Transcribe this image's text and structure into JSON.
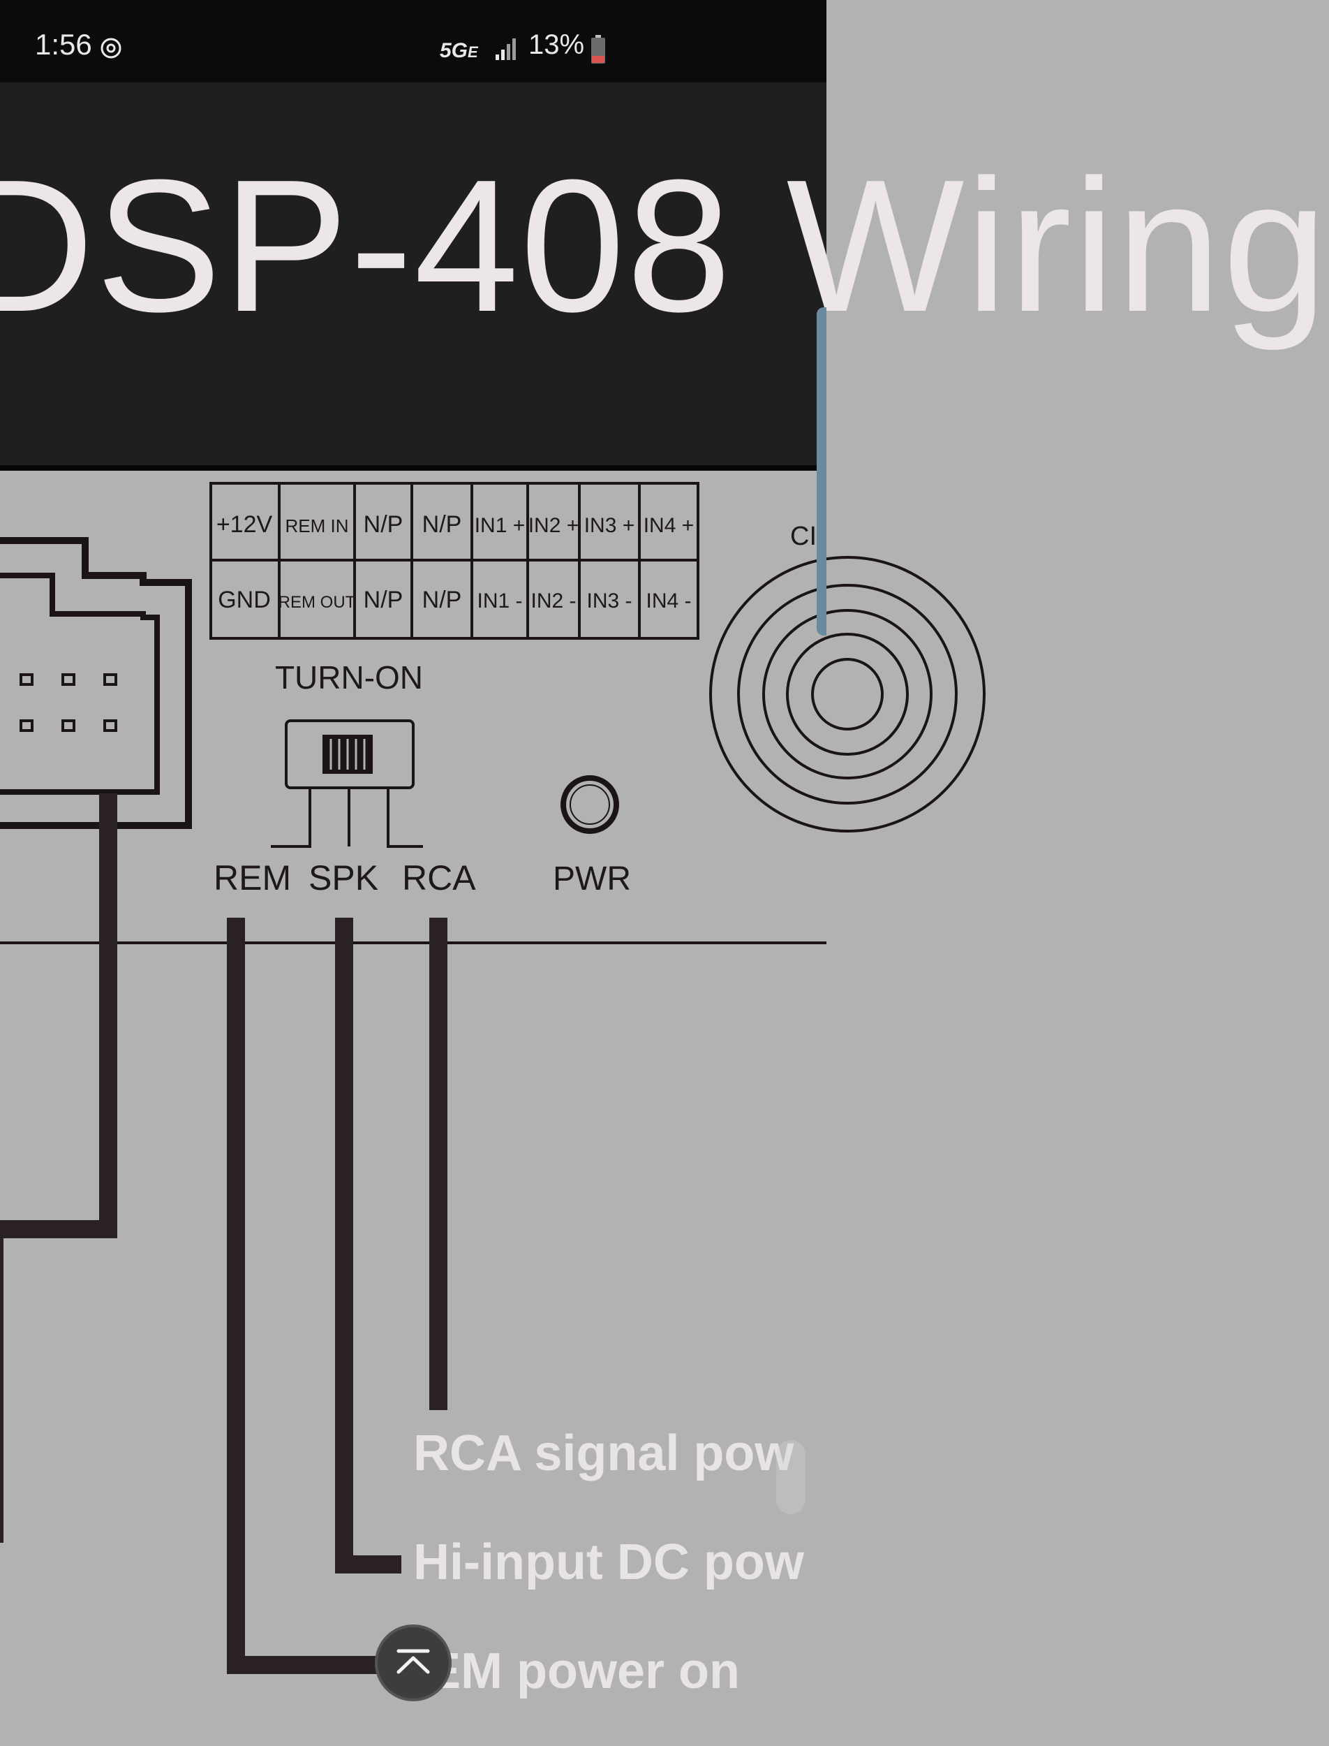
{
  "status_bar": {
    "time": "1:56",
    "network": "5G",
    "network_suffix": "E",
    "battery_percent": "13%",
    "sync_icon": "sync-icon",
    "signal_icon": "signal-icon",
    "battery_icon": "battery-low-icon",
    "battery_color": "#d9534f"
  },
  "page": {
    "title": "DSP-408 Wiring"
  },
  "diagram": {
    "connector_top_row": [
      "+12V",
      "REM IN",
      "N/P",
      "N/P",
      "IN1 +",
      "IN2 +",
      "IN3 +",
      "IN4 +"
    ],
    "connector_bottom_row": [
      "GND",
      "REM OUT",
      "N/P",
      "N/P",
      "IN1 -",
      "IN2 -",
      "IN3 -",
      "IN4 -"
    ],
    "switch_title": "TURN-ON",
    "switch_labels": [
      "REM",
      "SPK",
      "RCA"
    ],
    "pwr_label": "PWR",
    "partial_label": "CI"
  },
  "overlay_labels": {
    "rca": "RCA signal pow",
    "hi_input": "Hi-input DC pow",
    "rem": "EM power on"
  },
  "controls": {
    "scroll_top_icon": "chevron-up-icon"
  },
  "colors": {
    "banner_bg": "#1f1f1f",
    "diagram_bg": "#b2b2b2",
    "line": "#2a2222",
    "overlay_text": "#e9e4e4"
  }
}
